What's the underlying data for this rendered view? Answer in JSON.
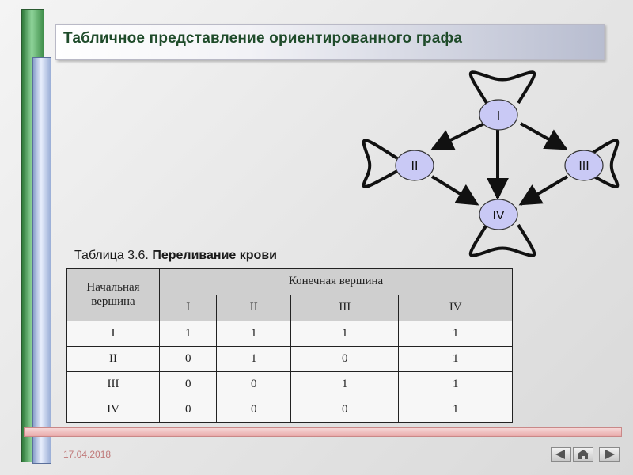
{
  "slide": {
    "title": "Табличное представление ориентированного графа",
    "date": "17.04.2018"
  },
  "graph": {
    "nodes": [
      "I",
      "II",
      "III",
      "IV"
    ],
    "edges": [
      [
        "I",
        "II"
      ],
      [
        "I",
        "III"
      ],
      [
        "I",
        "IV"
      ],
      [
        "II",
        "IV"
      ],
      [
        "III",
        "IV"
      ]
    ],
    "loops": [
      "I",
      "II",
      "III",
      "IV"
    ]
  },
  "table": {
    "caption_prefix": "Таблица 3.6.",
    "caption_title": "Переливание крови",
    "corner_header": "Начальная вершина",
    "group_header": "Конечная вершина",
    "columns": [
      "I",
      "II",
      "III",
      "IV"
    ],
    "rows": [
      {
        "label": "I",
        "cells": [
          "1",
          "1",
          "1",
          "1"
        ]
      },
      {
        "label": "II",
        "cells": [
          "0",
          "1",
          "0",
          "1"
        ]
      },
      {
        "label": "III",
        "cells": [
          "0",
          "0",
          "1",
          "1"
        ]
      },
      {
        "label": "IV",
        "cells": [
          "0",
          "0",
          "0",
          "1"
        ]
      }
    ]
  },
  "colors": {
    "node_fill": "#c9c9f5",
    "title_text": "#1f4b2a",
    "accent_green": "#3f8e4a",
    "accent_red": "#e9aaaa"
  },
  "nav_icons": [
    "prev-arrow-icon",
    "home-icon",
    "next-arrow-icon"
  ]
}
